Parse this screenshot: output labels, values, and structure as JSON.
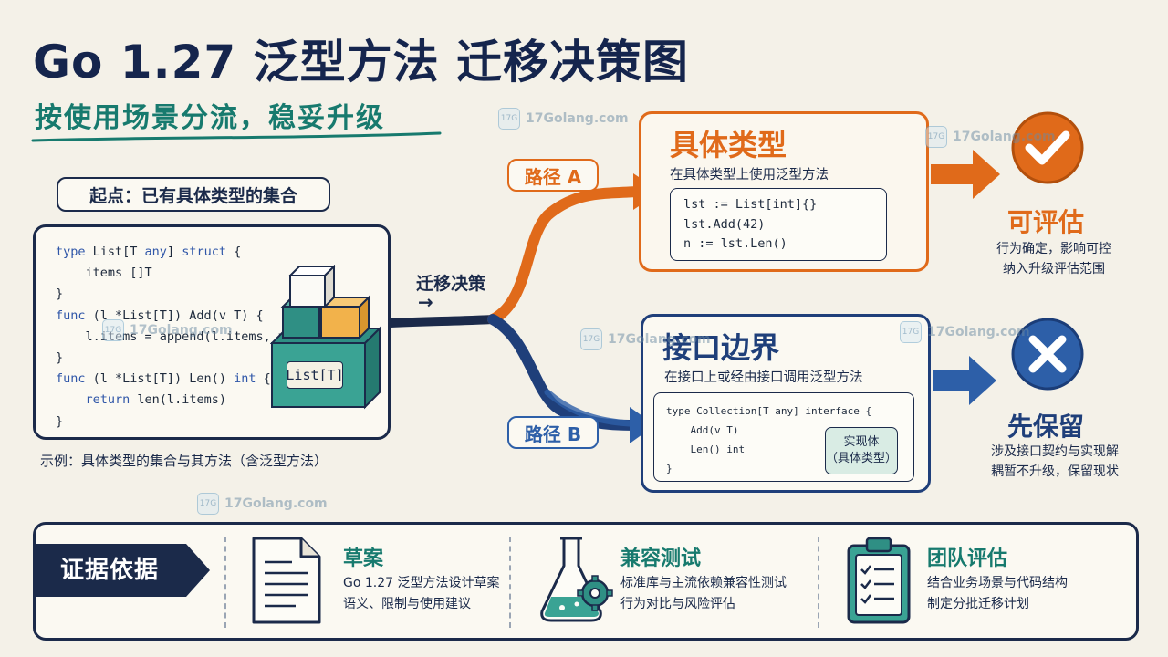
{
  "header": {
    "title": "Go 1.27 泛型方法 迁移决策图",
    "subtitle": "按使用场景分流，稳妥升级"
  },
  "start": {
    "label": "起点：已有具体类型的集合",
    "code_lines": [
      [
        "type ",
        "List[T ",
        "any",
        "] ",
        "struct",
        " {"
      ],
      [
        "    items []T"
      ],
      [
        "}"
      ],
      [
        "func",
        " (l *List[T]) Add(v T) {"
      ],
      [
        "    l.items = append(l.items, v)"
      ],
      [
        "}"
      ],
      [
        "func",
        " (l *List[T]) Len() ",
        "int",
        " {"
      ],
      [
        "    ",
        "return",
        " len(l.items)"
      ],
      [
        "}"
      ]
    ],
    "cube_label": "List[T]",
    "caption": "示例：具体类型的集合与其方法（含泛型方法）"
  },
  "decision": {
    "label": "迁移决策",
    "arrow": "→",
    "path_a_label": "路径 A",
    "path_b_label": "路径 B"
  },
  "concrete": {
    "title": "具体类型",
    "desc": "在具体类型上使用泛型方法",
    "code": "lst := List[int]{}\nlst.Add(42)\nn := lst.Len()"
  },
  "interface_boundary": {
    "title": "接口边界",
    "desc": "在接口上或经由接口调用泛型方法",
    "code": "type Collection[T any] interface {\n    Add(v T)\n    Len() int\n}",
    "impl_line1": "实现体",
    "impl_line2": "（具体类型）"
  },
  "outcomes": {
    "assess_label": "可评估",
    "assess_desc": "行为确定，影响可控纳入升级评估范围",
    "reserve_label": "先保留",
    "reserve_desc": "涉及接口契约与实现解耦暂不升级，保留现状"
  },
  "watermark": {
    "text": "17Golang.com",
    "badge": "17G"
  },
  "evidence": {
    "tag": "证据依据",
    "items": [
      {
        "title": "草案",
        "line1": "Go 1.27 泛型方法设计草案",
        "line2": "语义、限制与使用建议"
      },
      {
        "title": "兼容测试",
        "line1": "标准库与主流依赖兼容性测试",
        "line2": "行为对比与风险评估"
      },
      {
        "title": "团队评估",
        "line1": "结合业务场景与代码结构",
        "line2": "制定分批迁移计划"
      }
    ]
  },
  "colors": {
    "navy": "#1b2a4a",
    "orange": "#e06a1a",
    "blue": "#1f3f7a",
    "teal": "#177a6e",
    "cube_teal": "#2f8f84",
    "cube_yellow": "#f2b24b",
    "background": "#f4f1e8"
  },
  "icons": [
    "check-circle-icon",
    "cross-circle-icon",
    "document-icon",
    "flask-gear-icon",
    "clipboard-checklist-icon",
    "cube-stack-icon"
  ]
}
